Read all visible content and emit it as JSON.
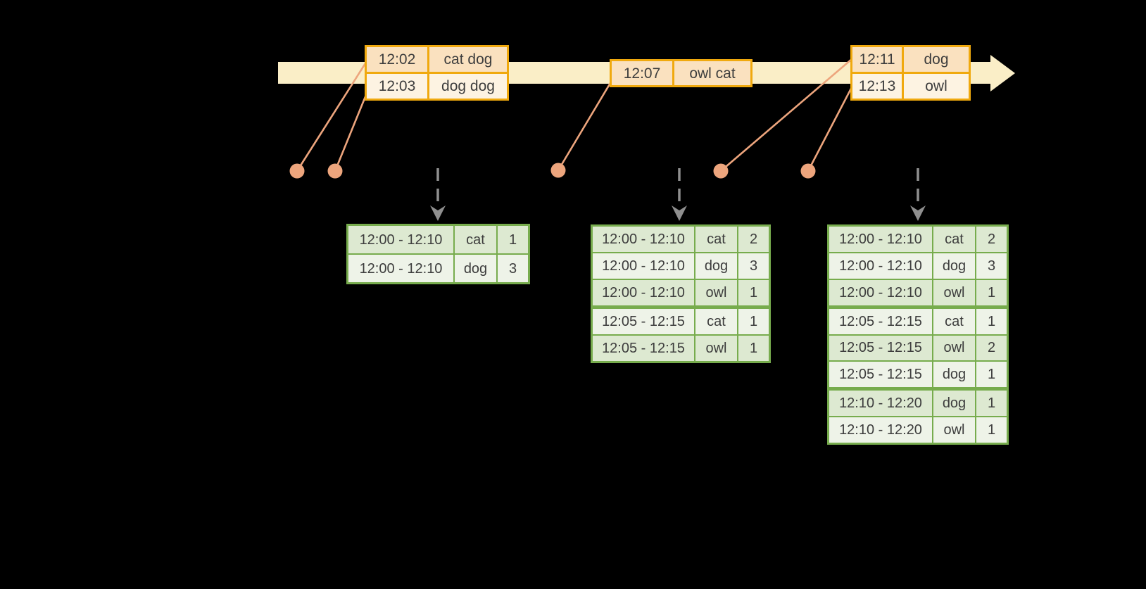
{
  "colors": {
    "background": "#000000",
    "timeline_band": "#faeec7",
    "event_table_border": "#f0a90e",
    "event_row_dark": "#fae1bf",
    "event_row_light": "#fdf3e2",
    "event_dot": "#eda57d",
    "connector_line": "#eda57d",
    "trigger_arrow_gray": "#8f8f8f",
    "result_table_border": "#77ac4d",
    "result_row_tint": "#dde9d1",
    "result_row_light": "#eef3e8",
    "text": "#3d3d3d"
  },
  "stream": {
    "event_tables": [
      {
        "rows": [
          {
            "time": "12:02",
            "words": "cat dog"
          },
          {
            "time": "12:03",
            "words": "dog dog"
          }
        ]
      },
      {
        "rows": [
          {
            "time": "12:07",
            "words": "owl cat"
          }
        ]
      },
      {
        "rows": [
          {
            "time": "12:11",
            "words": "dog"
          },
          {
            "time": "12:13",
            "words": "owl"
          }
        ]
      }
    ]
  },
  "windows": {
    "result_tables": [
      {
        "rows": [
          {
            "window": "12:00 - 12:10",
            "word": "cat",
            "count": "1"
          },
          {
            "window": "12:00 - 12:10",
            "word": "dog",
            "count": "3"
          }
        ]
      },
      {
        "rows": [
          {
            "window": "12:00 - 12:10",
            "word": "cat",
            "count": "2"
          },
          {
            "window": "12:00 - 12:10",
            "word": "dog",
            "count": "3"
          },
          {
            "window": "12:00 - 12:10",
            "word": "owl",
            "count": "1"
          },
          {
            "window": "12:05 - 12:15",
            "word": "cat",
            "count": "1"
          },
          {
            "window": "12:05 - 12:15",
            "word": "owl",
            "count": "1"
          }
        ]
      },
      {
        "rows": [
          {
            "window": "12:00 - 12:10",
            "word": "cat",
            "count": "2"
          },
          {
            "window": "12:00 - 12:10",
            "word": "dog",
            "count": "3"
          },
          {
            "window": "12:00 - 12:10",
            "word": "owl",
            "count": "1"
          },
          {
            "window": "12:05 - 12:15",
            "word": "cat",
            "count": "1"
          },
          {
            "window": "12:05 - 12:15",
            "word": "owl",
            "count": "2"
          },
          {
            "window": "12:05 - 12:15",
            "word": "dog",
            "count": "1"
          },
          {
            "window": "12:10 - 12:20",
            "word": "dog",
            "count": "1"
          },
          {
            "window": "12:10 - 12:20",
            "word": "owl",
            "count": "1"
          }
        ]
      }
    ]
  }
}
